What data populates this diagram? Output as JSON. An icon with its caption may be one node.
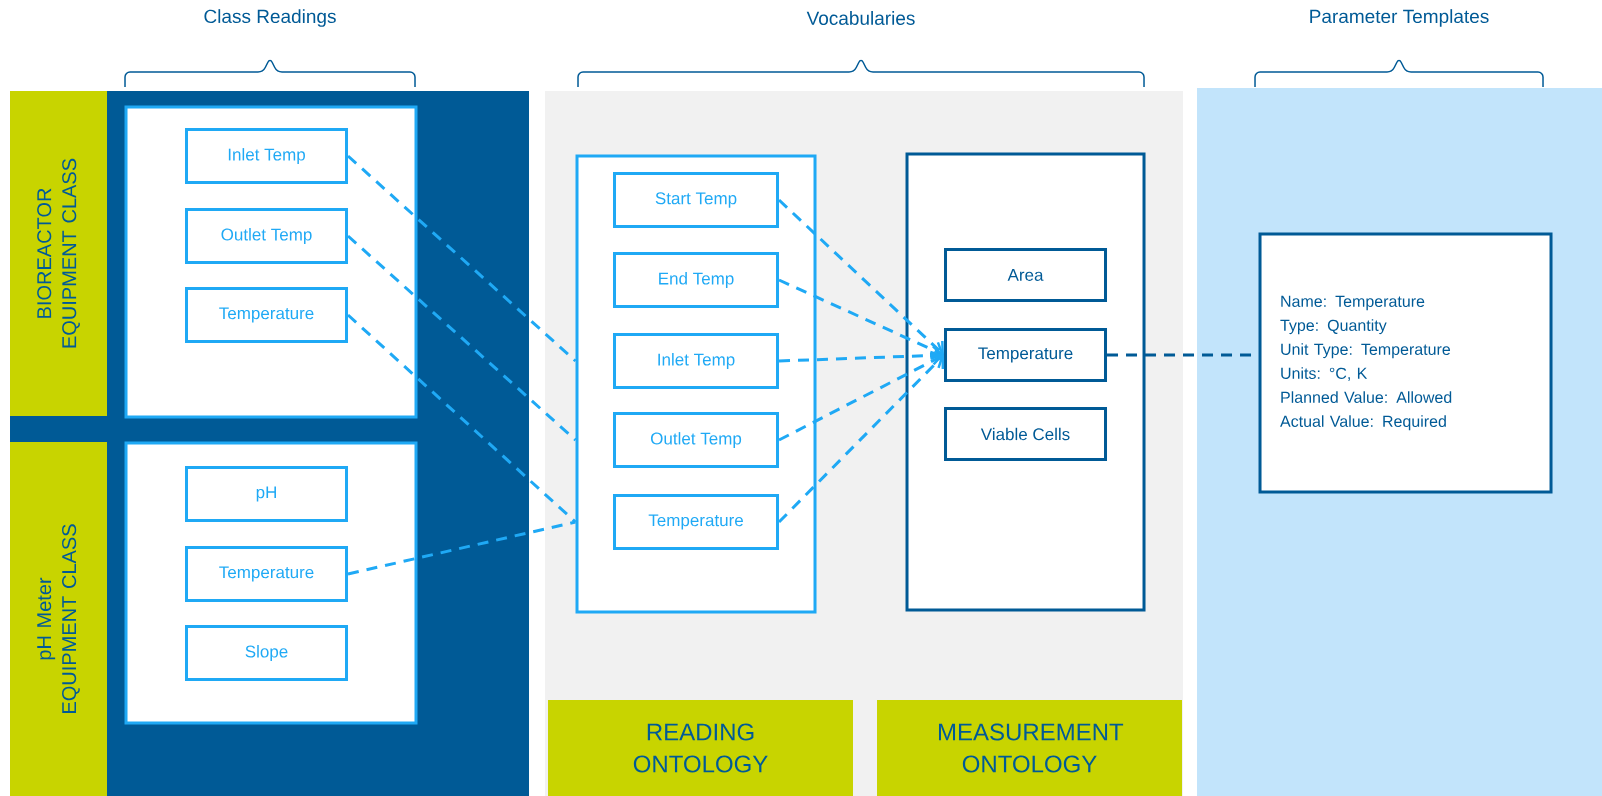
{
  "diagram": {
    "nodes": [
      {
        "text": [
          "BIOREACTOR EQUIPMENT CLASS"
        ]
      },
      {
        "text": [],
        "shape": "box"
      },
      {
        "text": [
          "Inlet Temp"
        ],
        "in": 1
      },
      {
        "text": [
          "Outlet Temp"
        ],
        "in": 1
      },
      {
        "text": [
          "Temperature"
        ],
        "in": 1
      },
      {
        "text": [
          "pH Meter EQUIPMENT CLASS"
        ]
      },
      {
        "text": [],
        "shape": "box"
      },
      {
        "text": [
          "pH"
        ],
        "in": 6
      },
      {
        "text": [
          "Temperature"
        ],
        "in": 6
      },
      {
        "text": [
          "Slope"
        ],
        "in": 6
      },
      {
        "text": [],
        "shape": "box"
      },
      {
        "text": [
          "Start Temp"
        ],
        "in": 10
      },
      {
        "text": [
          "End Temp"
        ],
        "in": 10
      },
      {
        "text": [
          "Inlet Temp"
        ],
        "in": 10
      },
      {
        "text": [
          "Outlet Temp"
        ],
        "in": 10
      },
      {
        "text": [
          "Temperature"
        ],
        "in": 10
      },
      {
        "text": [],
        "shape": "box"
      },
      {
        "text": [
          "Area"
        ],
        "in": 16
      },
      {
        "text": [
          "Temperature"
        ],
        "in": 16
      },
      {
        "text": [
          "Viable Cells"
        ],
        "in": 16
      },
      {
        "text": [
          "READING ONTOLOGY"
        ]
      },
      {
        "text": [
          "MEASUREMENT ONTOLOGY"
        ]
      },
      {
        "text": [
          "Name: Temperature",
          "Type: Quantity",
          "Unit Type: Temperature",
          "Units: °C, K",
          "Planned Value: Allowed",
          "Actual Value: Required"
        ]
      }
    ],
    "edges": [
      {
        "from": 2,
        "to": 13,
        "arrow": "none",
        "style": "dashed"
      },
      {
        "from": 3,
        "to": 14,
        "arrow": "none",
        "style": "dashed"
      },
      {
        "from": 4,
        "to": 15,
        "arrow": "none",
        "style": "dashed"
      },
      {
        "from": 8,
        "to": 15,
        "arrow": "none",
        "style": "dashed"
      },
      {
        "from": 11,
        "to": 18,
        "arrow": "to",
        "style": "dashed"
      },
      {
        "from": 12,
        "to": 18,
        "arrow": "to",
        "style": "dashed"
      },
      {
        "from": 13,
        "to": 18,
        "arrow": "to",
        "style": "dashed"
      },
      {
        "from": 14,
        "to": 18,
        "arrow": "to",
        "style": "dashed"
      },
      {
        "from": 15,
        "to": 18,
        "arrow": "to",
        "style": "dashed"
      },
      {
        "from": 18,
        "to": 22,
        "arrow": "none",
        "style": "dashed",
        "color": "#005a96"
      }
    ],
    "labels": [
      "Class Readings",
      "Vocabularies",
      "Parameter Templates"
    ]
  }
}
